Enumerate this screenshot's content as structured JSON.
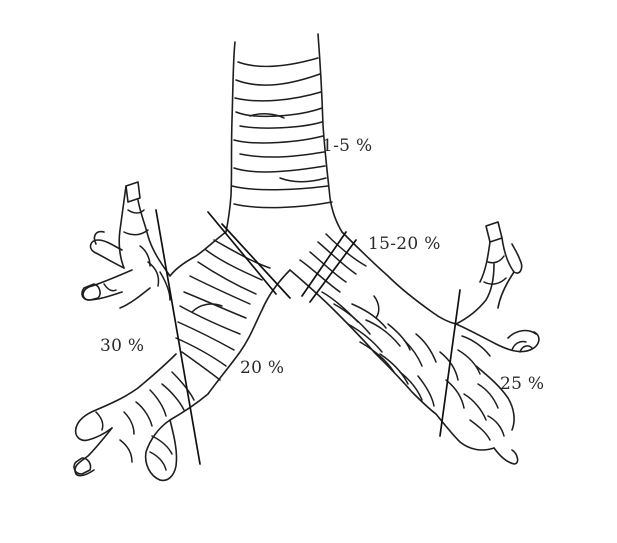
{
  "diagram": {
    "labels": {
      "trachea": "1-5 %",
      "main_bronchi_right": "15-20 %",
      "left_main": "20 %",
      "left_lobar": "30 %",
      "right_lobar": "25 %"
    }
  }
}
